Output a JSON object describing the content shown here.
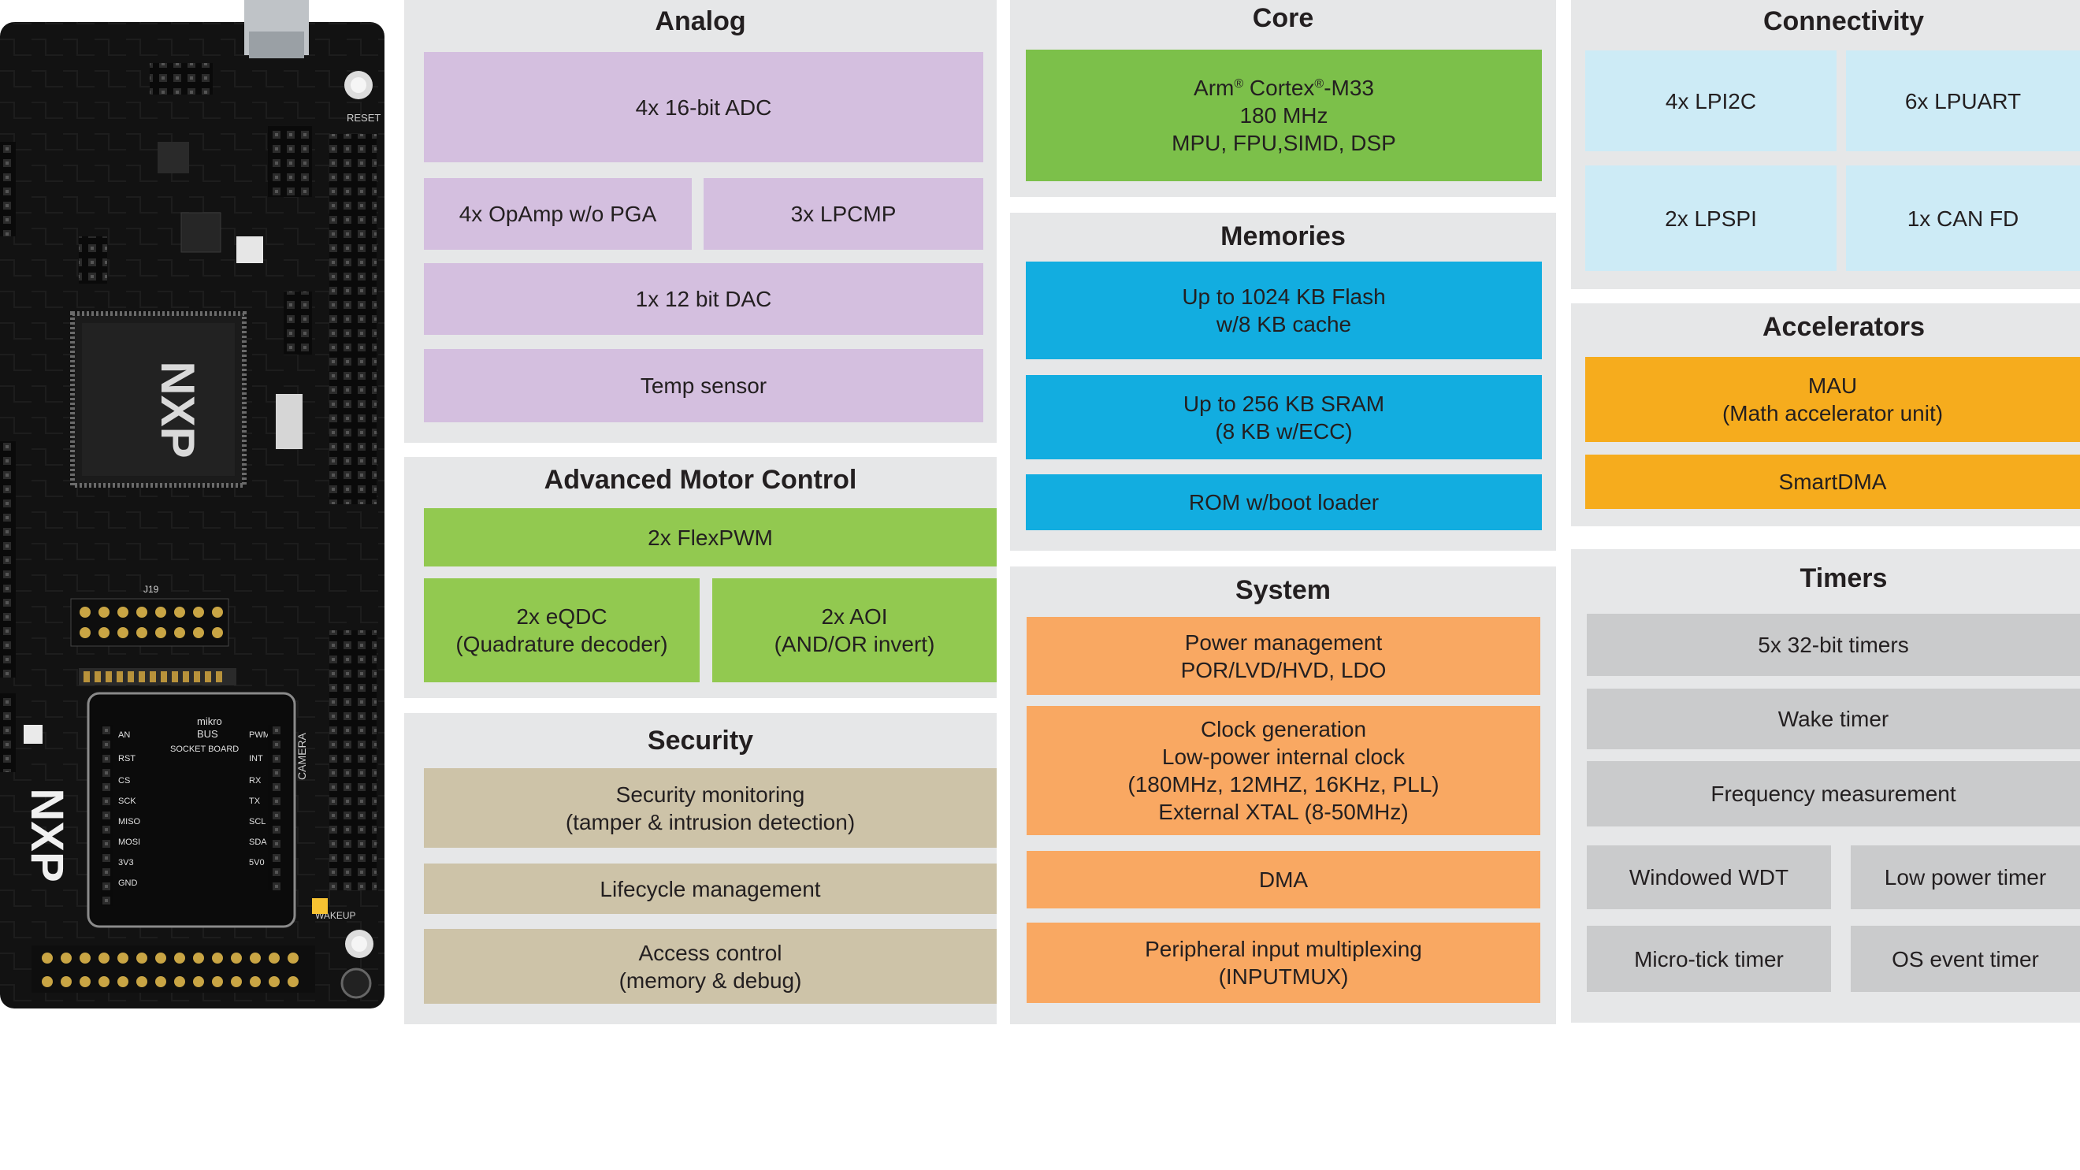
{
  "board": {
    "logo_large": "NXP",
    "logo_small": "NXP",
    "labels": [
      "RESET",
      "WAKEUP",
      "CAMERA",
      "mikro",
      "BUS",
      "SOCKET BOARD",
      "AN",
      "RST",
      "CS",
      "SCK",
      "MISO",
      "MOSI",
      "3V3",
      "GND",
      "PWM",
      "INT",
      "RX",
      "TX",
      "SCL",
      "SDA",
      "5V0",
      "J19"
    ]
  },
  "analog": {
    "title": "Analog",
    "blocks": [
      "4x 16-bit ADC",
      "4x OpAmp w/o PGA",
      "3x LPCMP",
      "1x 12 bit DAC",
      "Temp sensor"
    ]
  },
  "motor": {
    "title": "Advanced Motor Control",
    "blocks": [
      "2x FlexPWM",
      "2x eQDC\n(Quadrature decoder)",
      "2x AOI\n(AND/OR invert)"
    ]
  },
  "security": {
    "title": "Security",
    "blocks": [
      "Security monitoring\n(tamper & intrusion detection)",
      "Lifecycle management",
      "Access control\n(memory & debug)"
    ]
  },
  "core": {
    "title": "Core",
    "arm": "Arm",
    "reg": "®",
    "cortex": " Cortex",
    "model": "-M33",
    "freq": "180 MHz",
    "features": "MPU, FPU,SIMD, DSP"
  },
  "memories": {
    "title": "Memories",
    "blocks": [
      "Up to 1024 KB Flash\nw/8 KB cache",
      "Up to 256 KB SRAM\n(8 KB w/ECC)",
      "ROM w/boot loader"
    ]
  },
  "system": {
    "title": "System",
    "blocks": [
      "Power management\nPOR/LVD/HVD, LDO",
      "Clock generation\nLow-power internal clock\n(180MHz, 12MHZ, 16KHz, PLL)\nExternal XTAL (8-50MHz)",
      "DMA",
      "Peripheral input multiplexing\n(INPUTMUX)"
    ]
  },
  "connectivity": {
    "title": "Connectivity",
    "blocks": [
      "4x LPI2C",
      "6x LPUART",
      "2x LPSPI",
      "1x CAN FD"
    ]
  },
  "accelerators": {
    "title": "Accelerators",
    "blocks": [
      "MAU\n(Math accelerator unit)",
      "SmartDMA"
    ]
  },
  "timers": {
    "title": "Timers",
    "blocks": [
      "5x 32-bit timers",
      "Wake timer",
      "Frequency measurement",
      "Windowed WDT",
      "Low power timer",
      "Micro-tick timer",
      "OS event timer"
    ]
  },
  "colors": {
    "analog": "#d4bfdf",
    "motor": "#92c950",
    "core": "#7cc04a",
    "security": "#cdc3a8",
    "memories": "#12ade0",
    "system": "#f9a862",
    "connectivity": "#cdebf6",
    "accelerators": "#f6ac1d",
    "timers": "#cacbcc",
    "panel": "#e6e7e8"
  }
}
